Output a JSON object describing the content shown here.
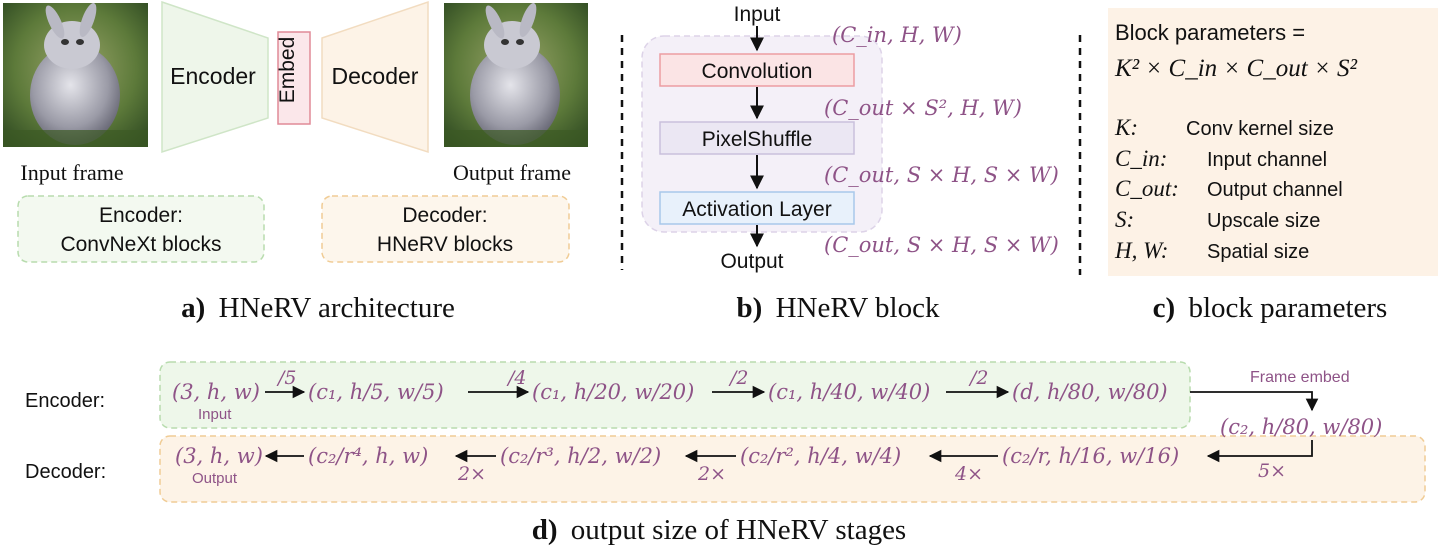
{
  "panel_a": {
    "input_frame": "Input frame",
    "output_frame": "Output frame",
    "encoder": "Encoder",
    "embed": "Embed",
    "decoder": "Decoder",
    "encoder_note_line1": "Encoder:",
    "encoder_note_line2": "ConvNeXt blocks",
    "decoder_note_line1": "Decoder:",
    "decoder_note_line2": "HNeRV blocks",
    "caption_letter": "a)",
    "caption_text": "HNeRV architecture"
  },
  "panel_b": {
    "input": "Input",
    "output": "Output",
    "convolution": "Convolution",
    "pixelshuffle": "PixelShuffle",
    "activation": "Activation Layer",
    "dim1": "(C_in, H, W)",
    "dim2": "(C_out × S², H, W)",
    "dim3": "(C_out, S × H, S × W)",
    "dim4": "(C_out, S × H, S × W)",
    "caption_letter": "b)",
    "caption_text": "HNeRV block"
  },
  "panel_c": {
    "title": "Block parameters =",
    "formula": "K² × C_in × C_out × S²",
    "params": [
      {
        "sym": "K:",
        "desc": "Conv kernel size"
      },
      {
        "sym": "C_in:",
        "desc": "Input channel"
      },
      {
        "sym": "C_out:",
        "desc": "Output channel"
      },
      {
        "sym": "S:",
        "desc": "Upscale size"
      },
      {
        "sym": "H, W:",
        "desc": "Spatial size"
      }
    ],
    "caption_letter": "c)",
    "caption_text": "block parameters"
  },
  "panel_d": {
    "encoder_label": "Encoder:",
    "decoder_label": "Decoder:",
    "enc_stages": [
      "(3, h, w)",
      "(c₁, h/5, w/5)",
      "(c₁, h/20, w/20)",
      "(c₁, h/40, w/40)",
      "(d, h/80, w/80)"
    ],
    "enc_ops": [
      "/5",
      "/4",
      "/2",
      "/2"
    ],
    "input_note": "Input",
    "frame_embed": "Frame embed",
    "embed_stage": "(c₂, h/80, w/80)",
    "dec_stages": [
      "(3, h, w)",
      "(c₂/r⁴, h, w)",
      "(c₂/r³, h/2, w/2)",
      "(c₂/r², h/4, w/4)",
      "(c₂/r, h/16, w/16)"
    ],
    "dec_ops": [
      "2×",
      "2×",
      "4×",
      "5×"
    ],
    "output_note": "Output",
    "caption_letter": "d)",
    "caption_text": "output size of HNeRV stages"
  }
}
